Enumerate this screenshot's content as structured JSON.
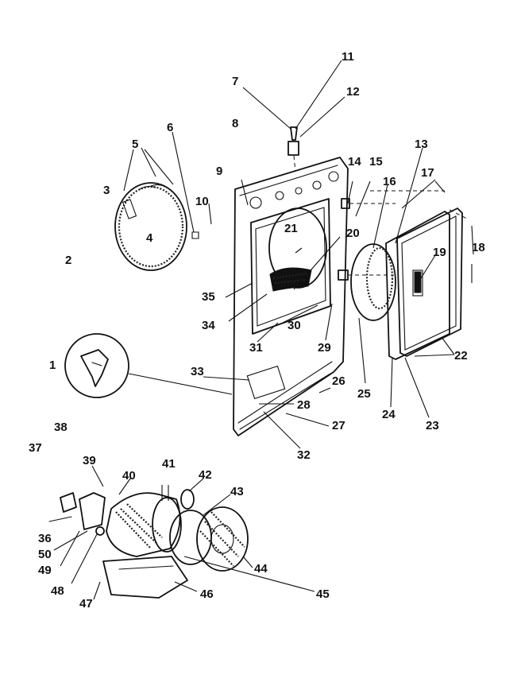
{
  "callouts": {
    "c1": "1",
    "c2": "2",
    "c3": "3",
    "c4": "4",
    "c5": "5",
    "c6": "6",
    "c7": "7",
    "c8": "8",
    "c9": "9",
    "c10": "10",
    "c11": "11",
    "c12": "12",
    "c13": "13",
    "c14": "14",
    "c15": "15",
    "c16": "16",
    "c17": "17",
    "c18": "18",
    "c19": "19",
    "c20": "20",
    "c21": "21",
    "c22": "22",
    "c23": "23",
    "c24": "24",
    "c25": "25",
    "c26": "26",
    "c27": "27",
    "c28": "28",
    "c29": "29",
    "c30": "30",
    "c31": "31",
    "c32": "32",
    "c33": "33",
    "c34": "34",
    "c35": "35",
    "c36": "36",
    "c37": "37",
    "c38": "38",
    "c39": "39",
    "c40": "40",
    "c41": "41",
    "c42": "42",
    "c43": "43",
    "c44": "44",
    "c45": "45",
    "c46": "46",
    "c47": "47",
    "c48": "48",
    "c49": "49",
    "c50": "50"
  },
  "colors": {
    "ink": "#111111",
    "background": "#ffffff"
  }
}
